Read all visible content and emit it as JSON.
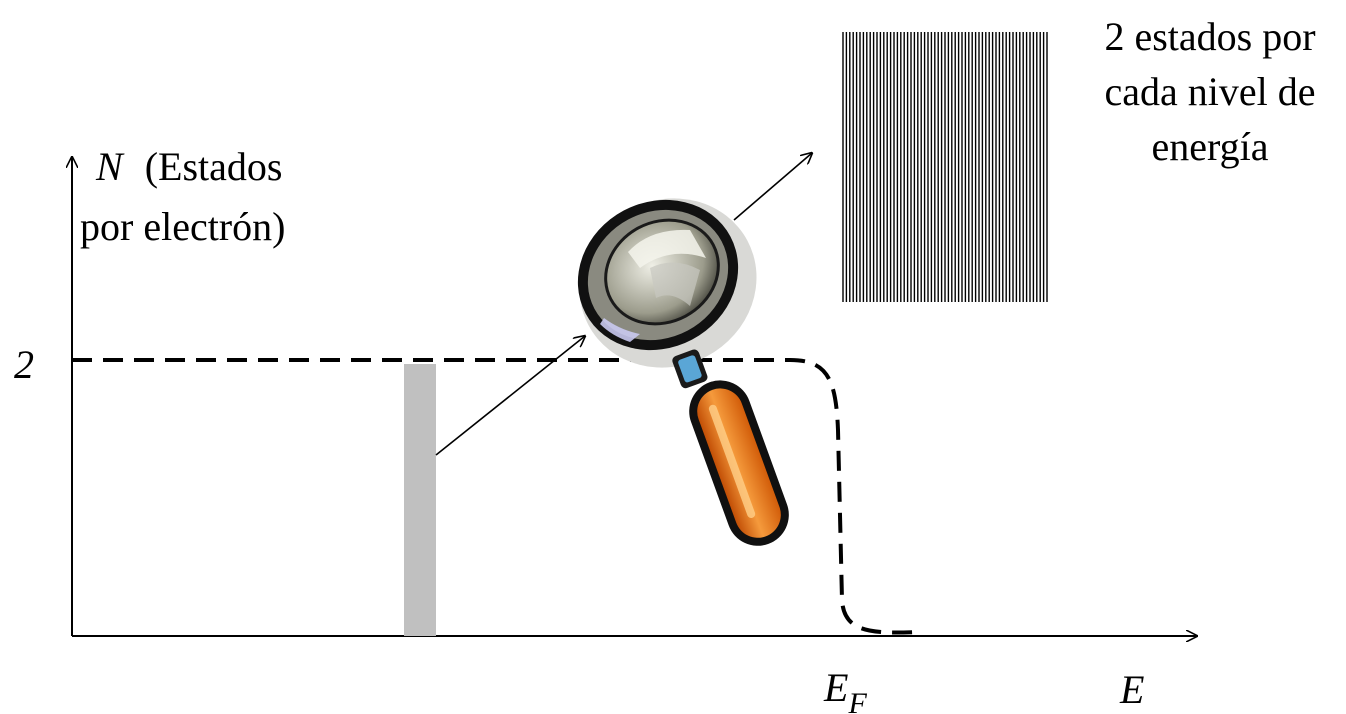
{
  "labels": {
    "y_axis_symbol": "N",
    "y_axis_desc_line1": "(Estados",
    "y_axis_desc_line2": "por electrón)",
    "y_tick_value": "2",
    "x_axis_symbol": "E",
    "fermi_symbol": "E",
    "fermi_subscript": "F",
    "note_line1": "2 estados por",
    "note_line2": "cada nivel de",
    "note_line3": "energía"
  },
  "icons": {
    "magnifier": "magnifying-glass-icon"
  },
  "colors": {
    "highlight_band": "#c0c0c0",
    "magnifier_handle": "#f07a1a",
    "magnifier_connector": "#5aa6d6",
    "magnifier_lens": "#d8d8d0",
    "lines": "#000000"
  }
}
